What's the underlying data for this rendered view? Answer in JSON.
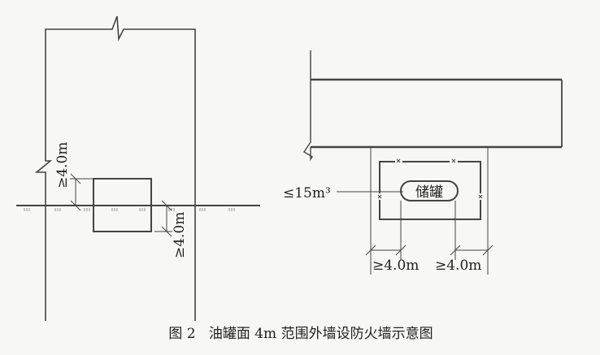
{
  "figure": {
    "caption": "图 2   油罐面 4m 范围外墙设防火墙示意图",
    "left_diagram": {
      "dim_upper": "≥4.0m",
      "dim_lower": "≥4.0m"
    },
    "right_diagram": {
      "tank_label": "储罐",
      "volume_label": "≤15m³",
      "dim_left": "≥4.0m",
      "dim_right": "≥4.0m"
    },
    "ink_color": "#444444"
  }
}
